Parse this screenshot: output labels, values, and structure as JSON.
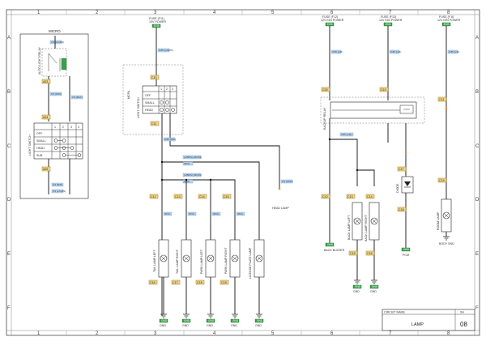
{
  "grid": {
    "columns": [
      "1",
      "2",
      "3",
      "4",
      "5",
      "6",
      "7",
      "8"
    ],
    "rows": [
      "A",
      "B",
      "C",
      "D",
      "E",
      "F"
    ]
  },
  "micro": {
    "title": "MICRO",
    "auto_light_relay": "AUTO LIGHT RELAY",
    "light_switch": "LIGHT SWITCH",
    "switch_header": [
      "1",
      "2",
      "3",
      "4"
    ],
    "switch_rows": [
      "OFF",
      "SMALL",
      "HEAD",
      "SUB"
    ],
    "wires": [
      "0.5 (L/GRN)",
      "0.5 (W/G)",
      "0.5 (BLK)",
      "0.5 (B/R)"
    ]
  },
  "fuses": {
    "f11": {
      "title": "FUSE (F11)",
      "subtitle": "10V POWER",
      "tag": "ECB"
    },
    "f12": {
      "title": "FUSE (F12)",
      "subtitle": "12V IGN POWER",
      "tag": "ECB"
    },
    "f13": {
      "title": "FUSE (F13)",
      "subtitle": "12V IGN POWER",
      "tag": "ECB"
    },
    "f14": {
      "title": "FUSE (F 8)",
      "subtitle": "12V IGN POWER",
      "tag": "ECB"
    }
  },
  "mcpa": {
    "title": "MCPA",
    "switch_name": "LIGHT SWITCH",
    "rows": [
      "OFF",
      "SMALL",
      "HEAD"
    ],
    "header": [
      "1",
      "2",
      "3"
    ]
  },
  "backup": {
    "relay": "BACKUP RELAY",
    "buzzer": "BACK BUZZER",
    "lamp_left": "BACK LAMP LEFT",
    "lamp_right": "BACK LAMP RIGHT",
    "diode": "DIODE",
    "pcm": "PCM"
  },
  "room": {
    "lamp": "ROOM LAMP",
    "body": "BODY SND"
  },
  "lamps": [
    "TAIL LAMP LEFT",
    "TAIL LAMP RIGHT",
    "PARK LAMP LEFT",
    "PARK LAMP RIGHT",
    "LICENSE PLATE LAMP"
  ],
  "head_lamp": "HEAD LAMP",
  "wire_labels": {
    "w1": "0.85 (L/GRN)",
    "w2": "0.85 (R/G)",
    "w3": "(L/BRN) (MCPA)",
    "w4": "(L/BRN) (MCPA)",
    "w5": "(R/G)",
    "w6": "0.5 (GRN)",
    "w7": "0.85 (L/R)"
  },
  "connectors": [
    "A23",
    "A24",
    "A25",
    "C10",
    "C11",
    "C12",
    "C13",
    "C14",
    "C15",
    "C16",
    "C17",
    "C18",
    "C19",
    "C20"
  ],
  "ground": "GND",
  "title_block": {
    "circuit_label": "CIRCUIT NAME",
    "sheet_label": "SH",
    "name": "LAMP",
    "number": "08"
  }
}
